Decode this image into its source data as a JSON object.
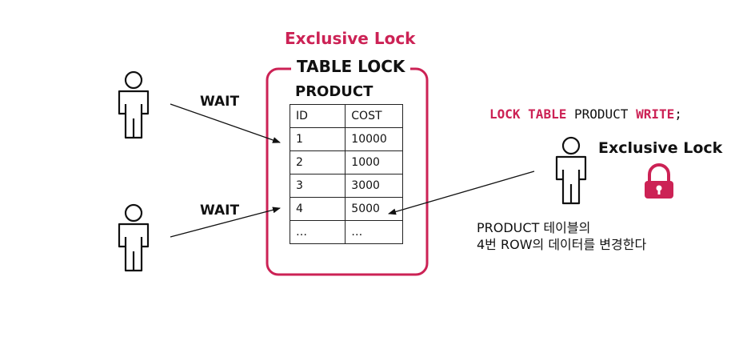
{
  "colors": {
    "accent": "#cc2255",
    "ink": "#111111"
  },
  "top_label": "Exclusive Lock",
  "lock_box": {
    "title": "TABLE LOCK",
    "table_name": "PRODUCT",
    "columns": [
      "ID",
      "COST"
    ],
    "rows": [
      [
        "1",
        "10000"
      ],
      [
        "2",
        "1000"
      ],
      [
        "3",
        "3000"
      ],
      [
        "4",
        "5000"
      ],
      [
        "…",
        "…"
      ]
    ]
  },
  "waiting_users": [
    {
      "label": "WAIT",
      "icon": "person-icon"
    },
    {
      "label": "WAIT",
      "icon": "person-icon"
    }
  ],
  "active_user": {
    "icon": "person-icon",
    "lock_label": "Exclusive Lock",
    "lock_icon": "padlock-icon",
    "sql": {
      "kw1": "LOCK",
      "kw2": "TABLE",
      "name": "PRODUCT",
      "kw3": "WRITE",
      "end": ";"
    },
    "description": [
      "PRODUCT 테이블의",
      "4번 ROW의 데이터를 변경한다"
    ]
  }
}
